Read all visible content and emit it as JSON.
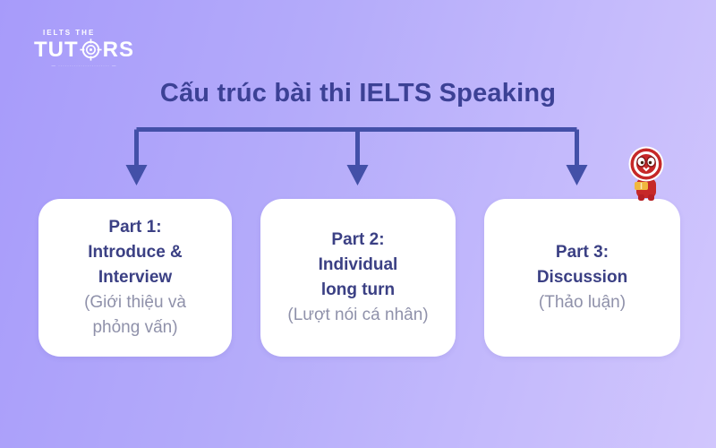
{
  "logo": {
    "line1": "IELTS THE",
    "word_left": "TUT",
    "word_right": "RS",
    "tagline": "— ······················· —",
    "icon": "target-icon"
  },
  "title": "Cấu trúc bài thi IELTS Speaking",
  "boxes": [
    {
      "title_lines": [
        "Part 1:",
        "Introduce &",
        "Interview"
      ],
      "subtitle_lines": [
        "(Giới thiệu và",
        "phỏng vấn)"
      ]
    },
    {
      "title_lines": [
        "Part 2:",
        "Individual",
        "long turn"
      ],
      "subtitle_lines": [
        "(Lượt nói cá nhân)"
      ]
    },
    {
      "title_lines": [
        "Part 3:",
        "Discussion"
      ],
      "subtitle_lines": [
        "(Thảo luận)"
      ]
    }
  ],
  "colors": {
    "background_gradient": [
      "#a79bfa",
      "#b4abfa",
      "#d1c6fd"
    ],
    "title_text": "#3c4195",
    "arrow": "#4350a8",
    "card_background": "#ffffff",
    "card_title_text": "#3b4084",
    "card_subtitle_text": "#8f91aa",
    "logo_text": "#ffffff",
    "mascot_red": "#c62828",
    "mascot_book_yellow": "#f0b73f"
  },
  "icons": [
    "target-icon",
    "arrow-down-icon",
    "tutors-mascot"
  ]
}
